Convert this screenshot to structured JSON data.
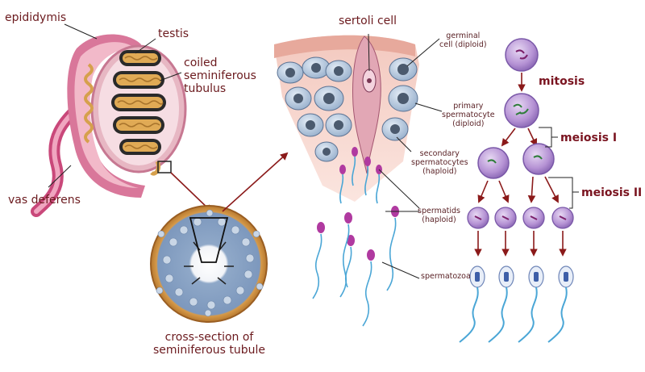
{
  "labels": {
    "epididymis": "epididymis",
    "testis": "testis",
    "coiled": [
      "coiled",
      "seminiferous",
      "tubulus"
    ],
    "vas_deferens": "vas deferens",
    "cross_section": [
      "cross-section of",
      "seminiferous tubule"
    ],
    "sertoli_cell": "sertoli cell",
    "germinal_cell": [
      "germinal",
      "cell (diploid)"
    ],
    "primary_spermatocyte": [
      "primary",
      "spermatocyte",
      "(diploid)"
    ],
    "secondary_spermatocytes": [
      "secondary",
      "spermatocytes",
      "(haploid)"
    ],
    "spermatids": [
      "spermatids",
      "(haploid)"
    ],
    "spermatozoa": "spermatozoa",
    "mitosis": "mitosis",
    "meiosis_1": "meiosis I",
    "meiosis_2": "meiosis II"
  },
  "colors": {
    "label_text": "#6b1a1e",
    "arrow": "#8b1a1a",
    "epididymis_pink": "#d46a8a",
    "tubule_gold": "#d9a24a",
    "cell_blue": "#b7c9de",
    "cell_nucleus": "#4b5a6e",
    "spermatocyte_violet": "#a87fc7",
    "sperm_head": "#b03aa0",
    "sperm_tail": "#4aa6d6"
  }
}
